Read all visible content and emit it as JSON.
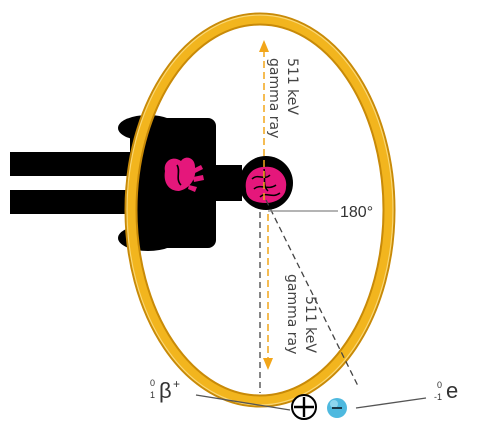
{
  "colors": {
    "ring": "#f2b51e",
    "ring_dark": "#c88a08",
    "silhouette": "#000000",
    "organ": "#e5177b",
    "gamma_arrow": "#f2a61a",
    "dashed_line": "#444444",
    "positron_fill": "#ffffff",
    "electron_fill": "#4eb9df"
  },
  "gamma_rays": [
    {
      "energy": "511 keV",
      "label": "gamma ray"
    },
    {
      "energy": "511 keV",
      "label": "gamma ray"
    }
  ],
  "angle_label": "180°",
  "positron": {
    "mass_number": "0",
    "atomic_number": "1",
    "symbol": "β",
    "charge": "+",
    "icon": "plus-circle-icon"
  },
  "electron": {
    "mass_number": "0",
    "atomic_number": "-1",
    "symbol": "e",
    "icon": "minus-circle-icon"
  },
  "icons": [
    "heart-icon",
    "brain-icon",
    "patient-silhouette",
    "detector-ring"
  ]
}
